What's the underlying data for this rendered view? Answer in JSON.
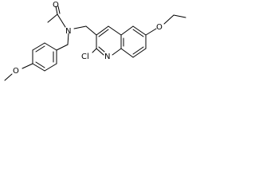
{
  "diagram": {
    "type": "structural-formula",
    "atom_labels": {
      "carbonyl_oxygen": "O",
      "amide_nitrogen": "N",
      "ether_oxygen_ethoxy": "O",
      "chloro": "Cl",
      "ring_nitrogen": "N",
      "ether_oxygen_methoxy": "O"
    },
    "bond_color": "#000000",
    "background_color": "#ffffff"
  }
}
